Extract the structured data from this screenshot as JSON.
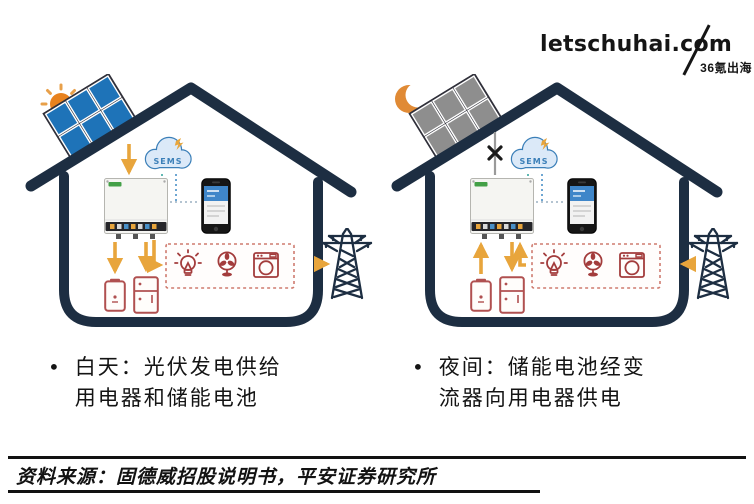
{
  "logo": {
    "brand": "letschuhai.com",
    "sub_brand": "36氪出海"
  },
  "diagram": {
    "cloud_label": "SEMS",
    "scenes": [
      {
        "id": "day",
        "caption_bullet": "•",
        "caption_line1": "白天：光伏发电供给",
        "caption_line2": "用电器和储能电池",
        "sky_icon": "sun",
        "solar_state": "active",
        "grid_flow": "house-to-grid"
      },
      {
        "id": "night",
        "caption_bullet": "•",
        "caption_line1": "夜间：储能电池经变",
        "caption_line2": "流器向用电器供电",
        "sky_icon": "moon",
        "solar_state": "inactive",
        "grid_flow": "grid-to-house"
      }
    ],
    "icons": [
      "sun-icon",
      "moon-icon",
      "solar-panel-icon",
      "sems-cloud-icon",
      "inverter-icon",
      "smartphone-icon",
      "light-bulb-icon",
      "fan-icon",
      "washing-machine-icon",
      "battery-icon",
      "storage-battery-icon",
      "power-tower-icon"
    ],
    "colors": {
      "house_outline": "#1d2e42",
      "solar_active": "#1e73b8",
      "solar_inactive": "#8e8e8e",
      "sun": "#e8821e",
      "moon": "#e08a35",
      "arrow": "#e8a53c",
      "appliance": "#a33c3c",
      "battery": "#b05050",
      "cloud_stroke": "#3b7fb8",
      "cloud_fill": "#dbe9f8",
      "phone_screen": "#3f86c9"
    }
  },
  "footer": {
    "source_text": "资料来源：固德威招股说明书，平安证券研究所"
  }
}
